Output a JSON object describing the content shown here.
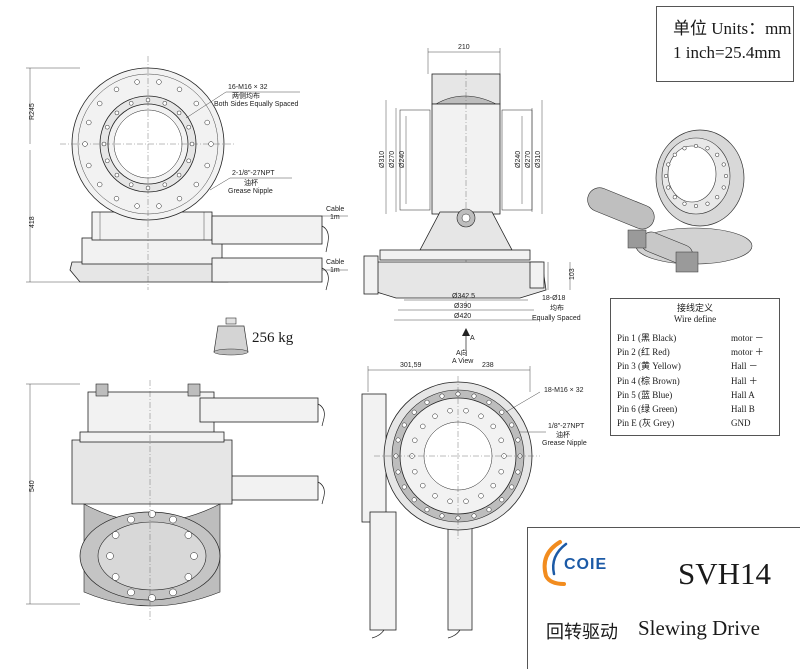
{
  "units": {
    "line1": "单位 Units：mm",
    "line2": "1 inch=25.4mm"
  },
  "weight": {
    "label": "256 kg"
  },
  "brand": {
    "logo_text": "COIE",
    "model": "SVH14",
    "name_cn": "回转驱动",
    "name_en": "Slewing Drive",
    "logo_colors": {
      "orange": "#f28c1e",
      "blue": "#1c5aa6"
    }
  },
  "wire_define": {
    "title_cn": "接线定义",
    "title_en": "Wire define",
    "rows": [
      {
        "pin": "Pin 1 (黑 Black)",
        "function": "motor －"
      },
      {
        "pin": "Pin 2 (红 Red)",
        "function": "motor ＋"
      },
      {
        "pin": "Pin 3 (黄 Yellow)",
        "function": "Hall －"
      },
      {
        "pin": "Pin 4 (棕 Brown)",
        "function": "Hall ＋"
      },
      {
        "pin": "Pin 5 (蓝 Blue)",
        "function": "Hall A"
      },
      {
        "pin": "Pin 6 (绿 Green)",
        "function": "Hall B"
      },
      {
        "pin": "Pin E (灰 Grey)",
        "function": "GND"
      }
    ]
  },
  "top_left_view": {
    "bolt_note": "16-M16 × 32",
    "bolt_note_cn": "两侧均布",
    "bolt_note_en": "Both Sides Equally Spaced",
    "grease_note": "2-1/8\"-27NPT",
    "grease_note_cn": "油杯",
    "grease_note_en": "Grease Nipple",
    "cable_upper": "Cable",
    "cable_upper_len": "1m",
    "cable_lower": "Cable",
    "cable_lower_len": "1m",
    "dim_r245": "R245",
    "dim_418": "418"
  },
  "section_view": {
    "dim_top": "210",
    "dims_left": [
      "Ø310",
      "Ø270",
      "Ø240"
    ],
    "dims_right": [
      "Ø240",
      "Ø270",
      "Ø310"
    ],
    "dim_342": "Ø342.5",
    "dim_390": "Ø390",
    "dim_420": "Ø420",
    "dim_103": "103",
    "holes_note": "18-Ø18",
    "holes_cn": "均布",
    "holes_en": "Equally Spaced",
    "a_label": "A",
    "a_cn": "A向",
    "a_en": "A View"
  },
  "bottom_left_view": {
    "dim_540": "540"
  },
  "a_view": {
    "dim_left": "301,59",
    "dim_right": "238",
    "bolt_note": "18-M16 × 32",
    "grease_note": "1/8\"-27NPT",
    "grease_cn": "油杯",
    "grease_en": "Grease Nipple"
  }
}
